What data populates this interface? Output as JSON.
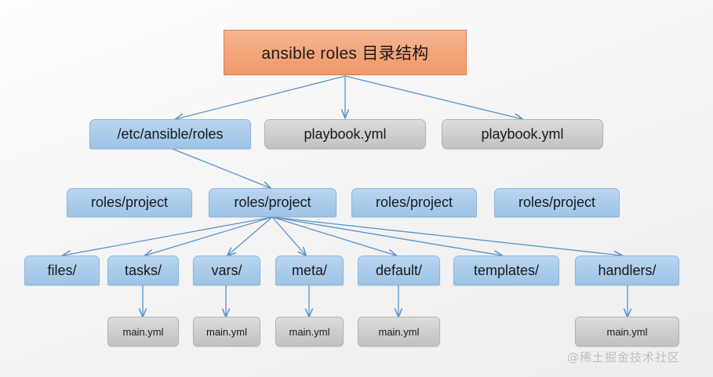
{
  "diagram": {
    "title_node": {
      "label": "ansible roles 目录结构",
      "color": "#f2a479"
    },
    "level1": [
      {
        "label": "/etc/ansible/roles",
        "style": "blue"
      },
      {
        "label": "playbook.yml",
        "style": "gray"
      },
      {
        "label": "playbook.yml",
        "style": "gray"
      }
    ],
    "level2": [
      {
        "label": "roles/project",
        "style": "blue"
      },
      {
        "label": "roles/project",
        "style": "blue"
      },
      {
        "label": "roles/project",
        "style": "blue"
      },
      {
        "label": "roles/project",
        "style": "blue"
      }
    ],
    "level3": [
      {
        "label": "files/",
        "style": "blue"
      },
      {
        "label": "tasks/",
        "style": "blue"
      },
      {
        "label": "vars/",
        "style": "blue"
      },
      {
        "label": "meta/",
        "style": "blue"
      },
      {
        "label": "default/",
        "style": "blue"
      },
      {
        "label": "templates/",
        "style": "blue"
      },
      {
        "label": "handlers/",
        "style": "blue"
      }
    ],
    "level4": [
      {
        "label": "main.yml",
        "style": "gray"
      },
      {
        "label": "main.yml",
        "style": "gray"
      },
      {
        "label": "main.yml",
        "style": "gray"
      },
      {
        "label": "main.yml",
        "style": "gray"
      },
      {
        "label": "main.yml",
        "style": "gray"
      }
    ],
    "watermark": "@稀土掘金技术社区",
    "colors": {
      "accent_orange": "#f2a479",
      "node_blue": "#a8c6e8",
      "node_gray": "#c9c9c9",
      "edge_blue": "#5b93c8",
      "background": "#f2f2f2"
    }
  }
}
